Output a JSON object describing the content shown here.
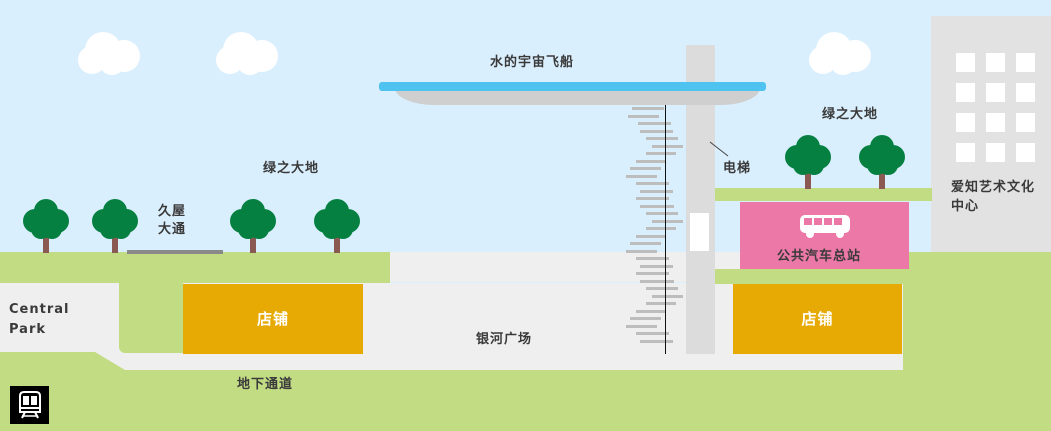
{
  "title": "Oasis 21 cross-section map",
  "labels": {
    "spaceship": "水的宇宙飞船",
    "green_left": "绿之大地",
    "green_right": "绿之大地",
    "hisaya": "久屋\n大通",
    "hisaya_line1": "久屋",
    "hisaya_line2": "大通",
    "elevator": "电梯",
    "bus_terminal": "公共汽车总站",
    "shop_left": "店铺",
    "shop_right": "店铺",
    "galaxy_plaza": "银河广场",
    "central_park_line1": "Central",
    "central_park_line2": "Park",
    "underground_passage": "地下通道",
    "arts_center_line1": "爱知艺术文化",
    "arts_center_line2": "中心"
  },
  "icons": {
    "subway": "subway-train-icon",
    "bus": "bus-icon"
  },
  "colors": {
    "sky": "#daeffd",
    "ground": "#c2dc84",
    "pavement": "#efefef",
    "shop": "#e7aa04",
    "bus_terminal": "#ec78a8",
    "water_roof": "#4fc3f0",
    "roof_underside": "#cfcfcf",
    "building": "#e2e2e2",
    "tree_leaf": "#058040",
    "tree_trunk": "#8a5a52"
  }
}
